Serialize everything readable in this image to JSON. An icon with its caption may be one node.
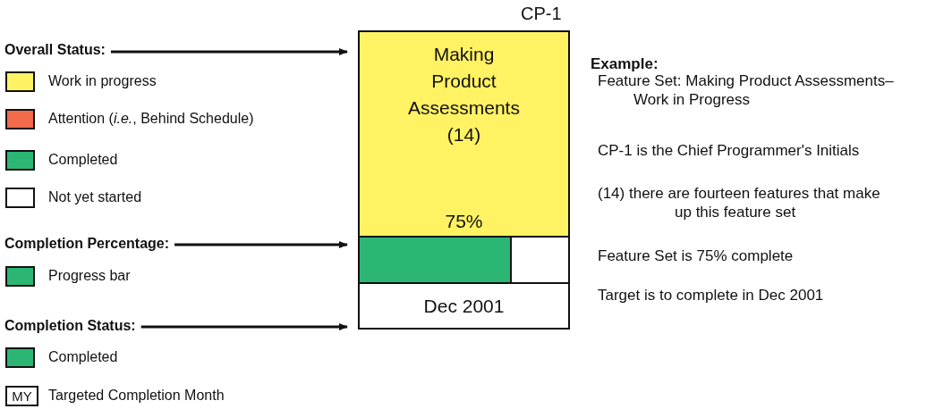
{
  "diagram": {
    "nodes": [
      {
        "text": [
          "Overall Status:"
        ]
      },
      {
        "text": [
          "Completion Percentage:"
        ]
      },
      {
        "text": [
          "Completion Status:"
        ]
      },
      {
        "text": [
          "Making Product Assessments",
          "(14)",
          "75%"
        ],
        "beside": [
          "CP-1"
        ]
      },
      {
        "text": [],
        "shape": "bar"
      },
      {
        "text": [
          "Dec 2001"
        ]
      }
    ],
    "edges": [
      {
        "from": 0,
        "to": 3,
        "arrow": "to"
      },
      {
        "from": 1,
        "to": 4,
        "arrow": "to"
      },
      {
        "from": 2,
        "to": 5,
        "arrow": "to"
      }
    ],
    "labels": [
      "Example:",
      "Feature Set: Making Product Assessments– Work in Progress",
      "CP-1 is the Chief Programmer's Initials",
      "(14) there are fourteen features that make up this feature set",
      "Feature Set is 75% complete",
      "Target is to complete in Dec 2001",
      "MY"
    ],
    "legend": [
      {
        "text": "Work in progress",
        "color": "#fff263"
      },
      {
        "text": "Attention (*i.e.*, Behind Schedule)",
        "color": "#f26b4a"
      },
      {
        "text": "Completed",
        "color": "#2bb673"
      },
      {
        "text": "Not yet started",
        "color": "#ffffff"
      },
      {
        "text": "Progress bar",
        "color": "#2bb673"
      },
      {
        "text": "Completed",
        "color": "#2bb673"
      },
      {
        "text": "Targeted Completion Month"
      }
    ]
  }
}
